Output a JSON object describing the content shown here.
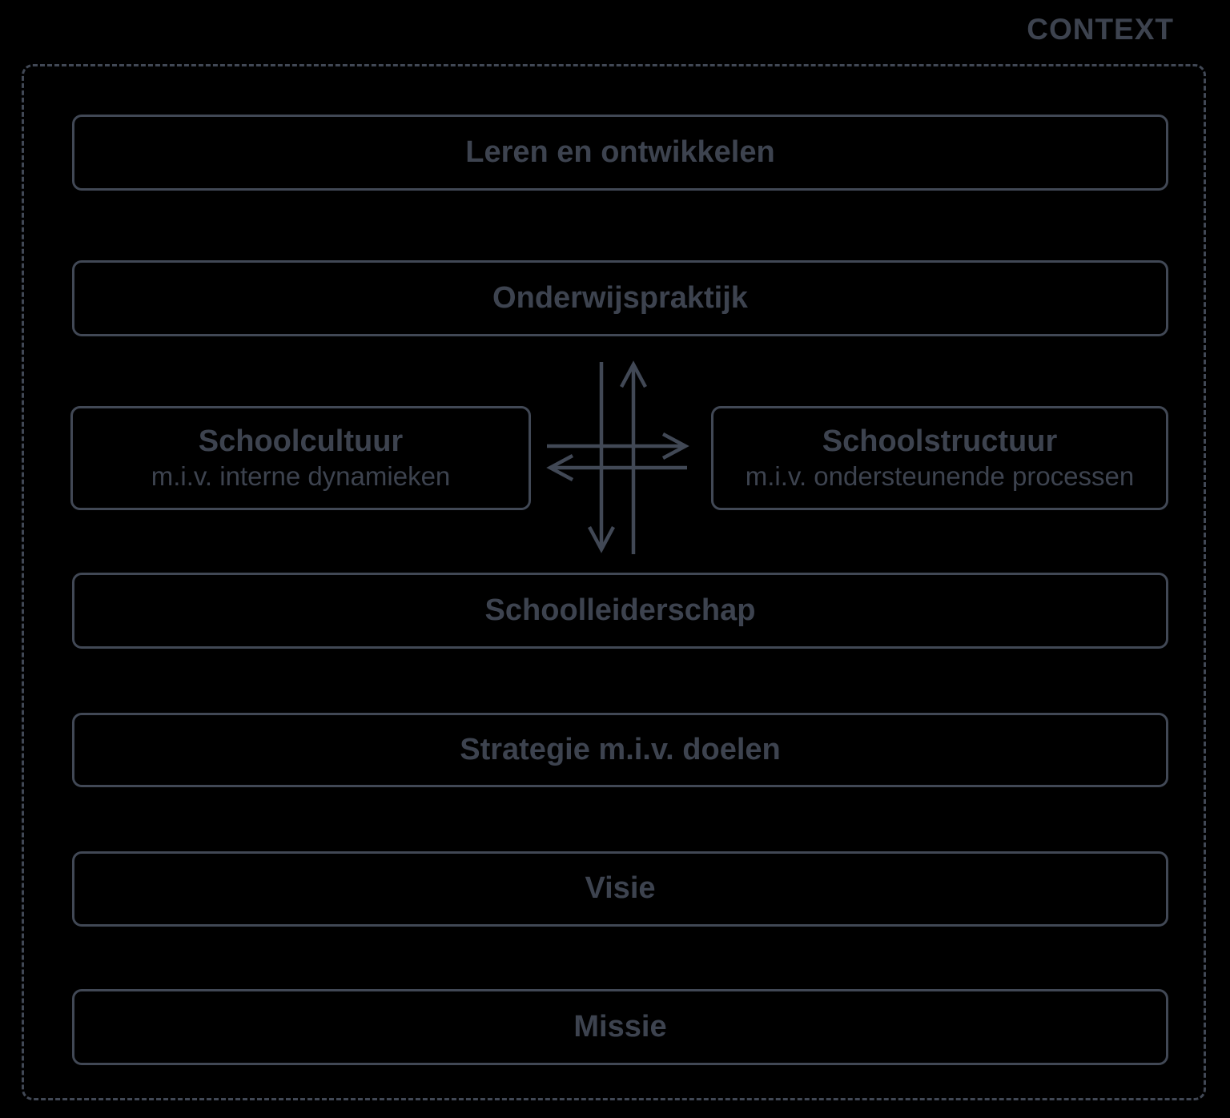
{
  "context_label": "CONTEXT",
  "colors": {
    "background": "#000000",
    "line": "#414855",
    "text": "#3d434f"
  },
  "boxes": {
    "leren": {
      "label": "Leren en ontwikkelen"
    },
    "onderwijspraktijk": {
      "label": "Onderwijspraktijk"
    },
    "schoolcultuur": {
      "title": "Schoolcultuur",
      "subtitle": "m.i.v. interne dynamieken"
    },
    "schoolstructuur": {
      "title": "Schoolstructuur",
      "subtitle": "m.i.v. ondersteunende processen"
    },
    "schoolleiderschap": {
      "label": "Schoolleiderschap"
    },
    "strategie": {
      "label": "Strategie m.i.v. doelen"
    },
    "visie": {
      "label": "Visie"
    },
    "missie": {
      "label": "Missie"
    }
  },
  "arrows": [
    {
      "name": "arrow-down",
      "direction": "down"
    },
    {
      "name": "arrow-up",
      "direction": "up"
    },
    {
      "name": "arrow-right",
      "direction": "right"
    },
    {
      "name": "arrow-left",
      "direction": "left"
    }
  ]
}
